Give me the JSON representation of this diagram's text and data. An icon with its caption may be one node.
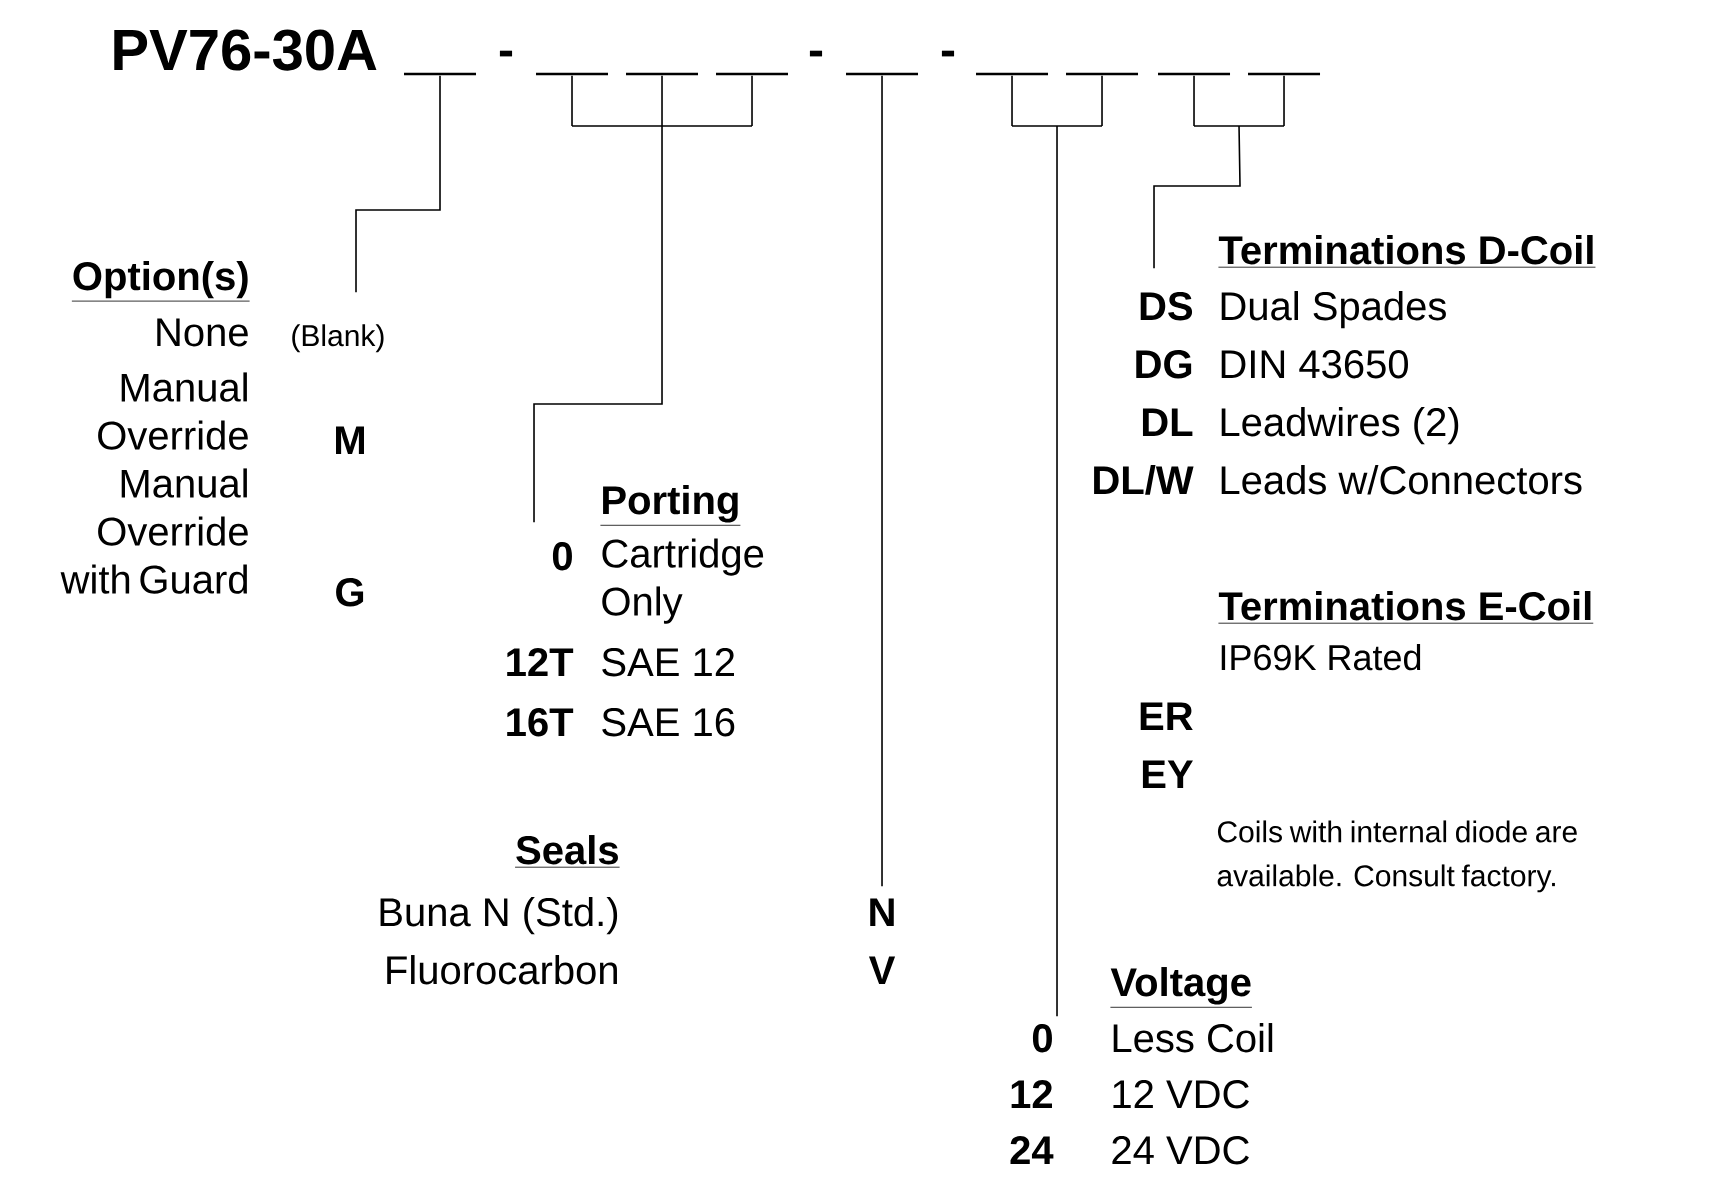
{
  "diagram": {
    "title": "PV76-30A",
    "nodes": [
      {
        "text": [],
        "shape": "bar"
      },
      {
        "text": [],
        "shape": "bar"
      },
      {
        "text": [],
        "shape": "bar"
      },
      {
        "text": [],
        "shape": "bar"
      },
      {
        "text": [],
        "shape": "bar"
      },
      {
        "text": [],
        "shape": "bar"
      },
      {
        "text": [],
        "shape": "bar"
      },
      {
        "text": [],
        "shape": "bar"
      },
      {
        "text": [],
        "shape": "bar"
      },
      {
        "text": [
          "Option(s)",
          "None",
          "(Blank)",
          "Manual Override",
          "M",
          "Manual Override with Guard",
          "G"
        ]
      },
      {
        "text": [
          "Porting",
          "0",
          "Cartridge Only",
          "12T",
          "SAE 12",
          "16T",
          "SAE 16"
        ]
      },
      {
        "text": [
          "Seals",
          "Buna N (Std.)",
          "N",
          "Fluorocarbon",
          "V"
        ]
      },
      {
        "text": [
          "Voltage",
          "0",
          "Less Coil",
          "12",
          "12 VDC",
          "24",
          "24 VDC"
        ]
      },
      {
        "text": [
          "Terminations D-Coil",
          "DS",
          "Dual Spades",
          "DG",
          "DIN 43650",
          "DL",
          "Leadwires (2)",
          "DL/W",
          "Leads w/Connectors",
          "Terminations E-Coil",
          "IP69K Rated",
          "ER",
          "EY",
          "Coils with internal diode are available. Consult factory."
        ]
      }
    ],
    "edges": [
      {
        "from": 0,
        "to": 9,
        "arrow": "none"
      },
      {
        "from": 1,
        "to": 10,
        "arrow": "none"
      },
      {
        "from": 2,
        "to": 10,
        "arrow": "none"
      },
      {
        "from": 3,
        "to": 10,
        "arrow": "none"
      },
      {
        "from": 4,
        "to": 11,
        "arrow": "none"
      },
      {
        "from": 5,
        "to": 12,
        "arrow": "none"
      },
      {
        "from": 6,
        "to": 12,
        "arrow": "none"
      },
      {
        "from": 7,
        "to": 13,
        "arrow": "none"
      },
      {
        "from": 8,
        "to": 13,
        "arrow": "none"
      }
    ],
    "labels": [
      "-",
      "-",
      "-"
    ]
  }
}
